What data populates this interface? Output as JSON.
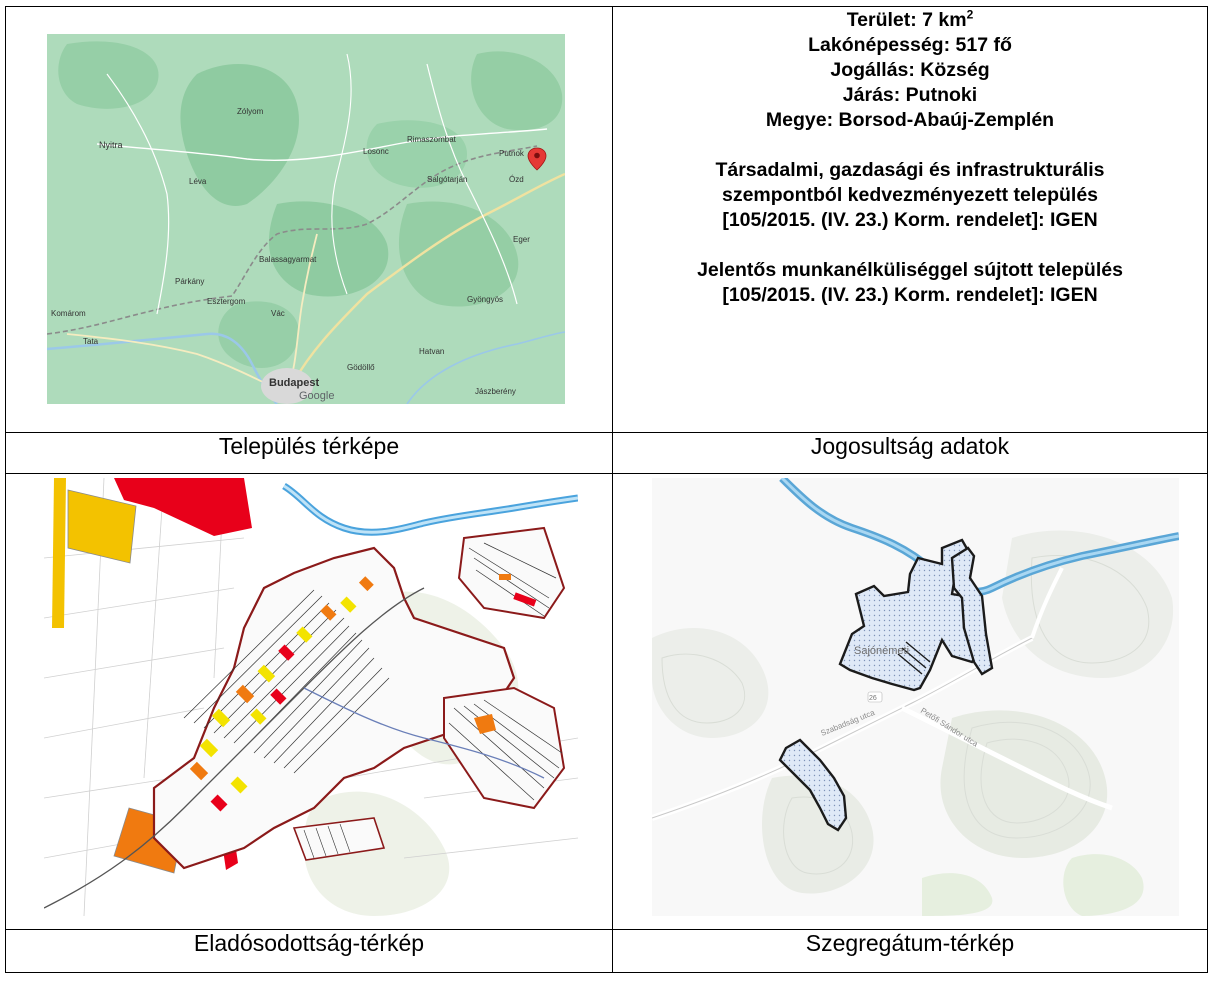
{
  "info": {
    "area": "Terület: 7 km",
    "area_sup": "2",
    "population": "Lakónépesség: 517 fő",
    "status": "Jogállás: Község",
    "district": "Járás: Putnoki",
    "county": "Megye: Borsod-Abaúj-Zemplén",
    "favoured_line1": "Társadalmi, gazdasági és infrastrukturális",
    "favoured_line2": "szempontból kedvezményezett település",
    "favoured_line3": "[105/2015. (IV. 23.) Korm. rendelet]: IGEN",
    "unemployment_line1": "Jelentős munkanélküliséggel sújtott település",
    "unemployment_line2": "[105/2015. (IV. 23.) Korm. rendelet]: IGEN"
  },
  "captions": {
    "settlement_map": "Település térképe",
    "eligibility": "Jogosultság adatok",
    "debt_map": "Eladósodottság-térkép",
    "segregation_map": "Szegregátum-térkép"
  },
  "overview_map": {
    "labels": {
      "budapest": "Budapest",
      "nyitra": "Nyitra",
      "google": "Google",
      "losonc": "Losonc",
      "salgotarjan": "Salgótarján",
      "eger": "Eger",
      "gyongyos": "Gyöngyös",
      "vac": "Vác",
      "esztergom": "Esztergom",
      "ozd": "Ózd",
      "balassagyarmat": "Balassagyarmat",
      "putnok": "Putnok",
      "tata": "Tata",
      "hatvan": "Hatvan",
      "godollo": "Gödöllő",
      "jaszbereny": "Jászberény",
      "rimaszombat": "Rimaszombat",
      "zvolen": "Zólyom",
      "levice": "Léva",
      "sturovo": "Párkány",
      "komarno": "Komárom"
    },
    "land_color": "#a9d8b6",
    "marker_color": "#e53935"
  },
  "segregation_map": {
    "labels": {
      "village": "Sajónémeti",
      "street1": "Petőfi Sándor utca",
      "street2": "Szabadság utca",
      "road": "26"
    }
  }
}
